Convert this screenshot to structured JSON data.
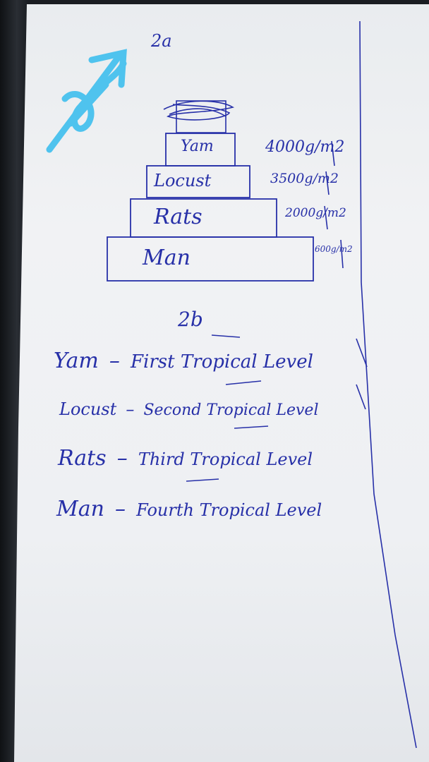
{
  "q2a": {
    "label": "2a",
    "pyramid": [
      {
        "organism": "Yam",
        "biomass": "4000g/m2"
      },
      {
        "organism": "Locust",
        "biomass": "3500g/m2"
      },
      {
        "organism": "Rats",
        "biomass": "2000g/m2"
      },
      {
        "organism": "Man",
        "biomass": "600g/m2"
      }
    ]
  },
  "q2b": {
    "label": "2b",
    "lines": [
      {
        "organism": "Yam",
        "dash": "–",
        "level": "First Tropical Level"
      },
      {
        "organism": "Locust",
        "dash": "–",
        "level": "Second Tropical Level"
      },
      {
        "organism": "Rats",
        "dash": "–",
        "level": "Third Tropical Level"
      },
      {
        "organism": "Man",
        "dash": "–",
        "level": "Fourth Tropical Level"
      }
    ]
  },
  "colors": {
    "ink": "#2730a8",
    "highlight": "#4fc3ee",
    "paper": "#eceef1"
  }
}
